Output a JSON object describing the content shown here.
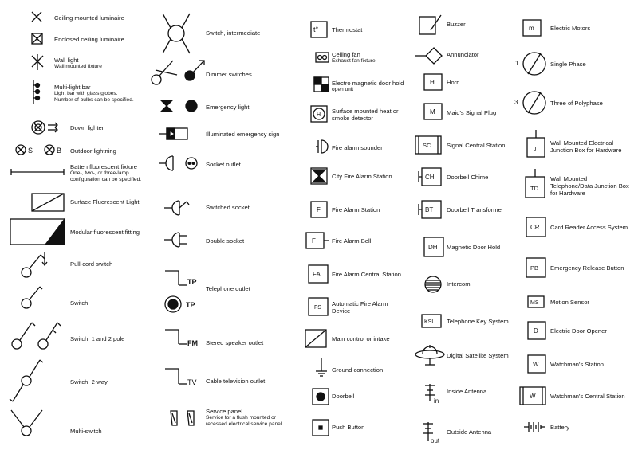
{
  "col1": [
    {
      "id": "c1r1",
      "label": "Ceiling mounted luminaire"
    },
    {
      "id": "c1r2",
      "label": "Enclosed ceiling luminaire"
    },
    {
      "id": "c1r3",
      "label": "Wall light",
      "sub": "Wall mounted fixture"
    },
    {
      "id": "c1r4",
      "label": "Multi-light bar",
      "sub": "Light bar with glass globes.",
      "sub2": "Number of bulbs can be specified."
    },
    {
      "id": "c1r5",
      "label": "Down lighter"
    },
    {
      "id": "c1r6",
      "label": "Outdoor lightning"
    },
    {
      "id": "c1r7",
      "label": "Batten fluorescent fixture",
      "sub": "One-, two-, or three-lamp",
      "sub2": "configuration can be specified."
    },
    {
      "id": "c1r8",
      "label": "Surface Fluorescent Light"
    },
    {
      "id": "c1r9",
      "label": "Modular fluorescent fitting"
    },
    {
      "id": "c1r10",
      "label": "Pull-cord switch"
    },
    {
      "id": "c1r11",
      "label": "Switch"
    },
    {
      "id": "c1r12",
      "label": "Switch, 1 and 2 pole"
    },
    {
      "id": "c1r13",
      "label": "Switch, 2-way"
    },
    {
      "id": "c1r14",
      "label": "Multi-switch"
    }
  ],
  "col2": [
    {
      "id": "c2r1",
      "label": "Switch, intermediate"
    },
    {
      "id": "c2r2",
      "label": "Dimmer switches"
    },
    {
      "id": "c2r3",
      "label": "Emergency light"
    },
    {
      "id": "c2r4",
      "label": "Illuminated emergency sign"
    },
    {
      "id": "c2r5",
      "label": "Socket outlet"
    },
    {
      "id": "c2r6",
      "label": "Switched socket"
    },
    {
      "id": "c2r7",
      "label": "Double socket"
    },
    {
      "id": "c2r8",
      "label": "Telephone outlet"
    },
    {
      "id": "c2r9",
      "label": "Stereo speaker outlet"
    },
    {
      "id": "c2r10",
      "label": "Cable television outlet"
    },
    {
      "id": "c2r11",
      "label": "Service panel",
      "sub": "Service for a flush mounted or",
      "sub2": "recessed electrical service panel."
    }
  ],
  "col3": [
    {
      "id": "c3r1",
      "label": "Thermostat"
    },
    {
      "id": "c3r2",
      "label": "Ceiling fan",
      "sub": "Exhaust fan fixture"
    },
    {
      "id": "c3r3",
      "label": "Electro magnetic door hold",
      "sub": "open unit"
    },
    {
      "id": "c3r4",
      "label": "Surface mounted heat or",
      "label2": "smoke detector"
    },
    {
      "id": "c3r5",
      "label": "Fire alarm sounder"
    },
    {
      "id": "c3r6",
      "label": "City Fire Alarm Station"
    },
    {
      "id": "c3r7",
      "label": "Fire Alarm Station"
    },
    {
      "id": "c3r8",
      "label": "Fire Alarm Bell"
    },
    {
      "id": "c3r9",
      "label": "Fire Alarm Central Station"
    },
    {
      "id": "c3r10",
      "label": "Automatic Fire Alarm",
      "label2": "Device"
    },
    {
      "id": "c3r11",
      "label": "Main control or intake"
    },
    {
      "id": "c3r12",
      "label": "Ground connection"
    },
    {
      "id": "c3r13",
      "label": "Doorbell"
    },
    {
      "id": "c3r14",
      "label": "Push Button"
    }
  ],
  "col4": [
    {
      "id": "c4r1",
      "label": "Buzzer"
    },
    {
      "id": "c4r2",
      "label": "Annunciator"
    },
    {
      "id": "c4r3",
      "label": "Horn"
    },
    {
      "id": "c4r4",
      "label": "Maid's Signal Plug"
    },
    {
      "id": "c4r5",
      "label": "Signal Central Station"
    },
    {
      "id": "c4r6",
      "label": "Doorbell Chime"
    },
    {
      "id": "c4r7",
      "label": "Doorbell Transformer"
    },
    {
      "id": "c4r8",
      "label": "Magnetic Door Hold"
    },
    {
      "id": "c4r9",
      "label": "Intercom"
    },
    {
      "id": "c4r10",
      "label": "Telephone Key System"
    },
    {
      "id": "c4r11",
      "label": "Digital Satellite System"
    },
    {
      "id": "c4r12",
      "label": "Inside Antenna"
    },
    {
      "id": "c4r13",
      "label": "Outside Antenna"
    }
  ],
  "col5": [
    {
      "id": "c5r1",
      "label": "Electric Motors"
    },
    {
      "id": "c5r2",
      "label": "Single Phase"
    },
    {
      "id": "c5r3",
      "label": "Three of Polyphase"
    },
    {
      "id": "c5r4",
      "label": "Wall Mounted Electrical",
      "label2": "Junction Box for Hardware"
    },
    {
      "id": "c5r5",
      "label": "Wall Mounted",
      "label2": "Telephone/Data Junction Box",
      "label3": "for Hardware"
    },
    {
      "id": "c5r6",
      "label": "Card Reader Access System"
    },
    {
      "id": "c5r7",
      "label": "Emergency Release Button"
    },
    {
      "id": "c5r8",
      "label": "Motion Sensor"
    },
    {
      "id": "c5r9",
      "label": "Electric Door Opener"
    },
    {
      "id": "c5r10",
      "label": "Watchman's Station"
    },
    {
      "id": "c5r11",
      "label": "Watchman's Central Station"
    },
    {
      "id": "c5r12",
      "label": "Battery"
    }
  ],
  "symbol_text": {
    "outdoor_s": "S",
    "outdoor_b": "B",
    "tp1": "TP",
    "tp2": "TP",
    "fm": "FM",
    "tv": "TV",
    "thermo": "t°",
    "heat": "H",
    "f1": "F",
    "f2": "F",
    "fa": "FA",
    "fs": "FS",
    "horn": "H",
    "maid": "M",
    "sc": "SC",
    "ch": "CH",
    "bt": "BT",
    "dh": "DH",
    "ksu": "KSU",
    "inside": "in",
    "outside": "out",
    "motor": "m",
    "phase1": "1",
    "phase3": "3",
    "j": "J",
    "td": "TD",
    "cr": "CR",
    "pb": "PB",
    "ms": "MS",
    "d": "D",
    "w1": "W",
    "w2": "W"
  }
}
